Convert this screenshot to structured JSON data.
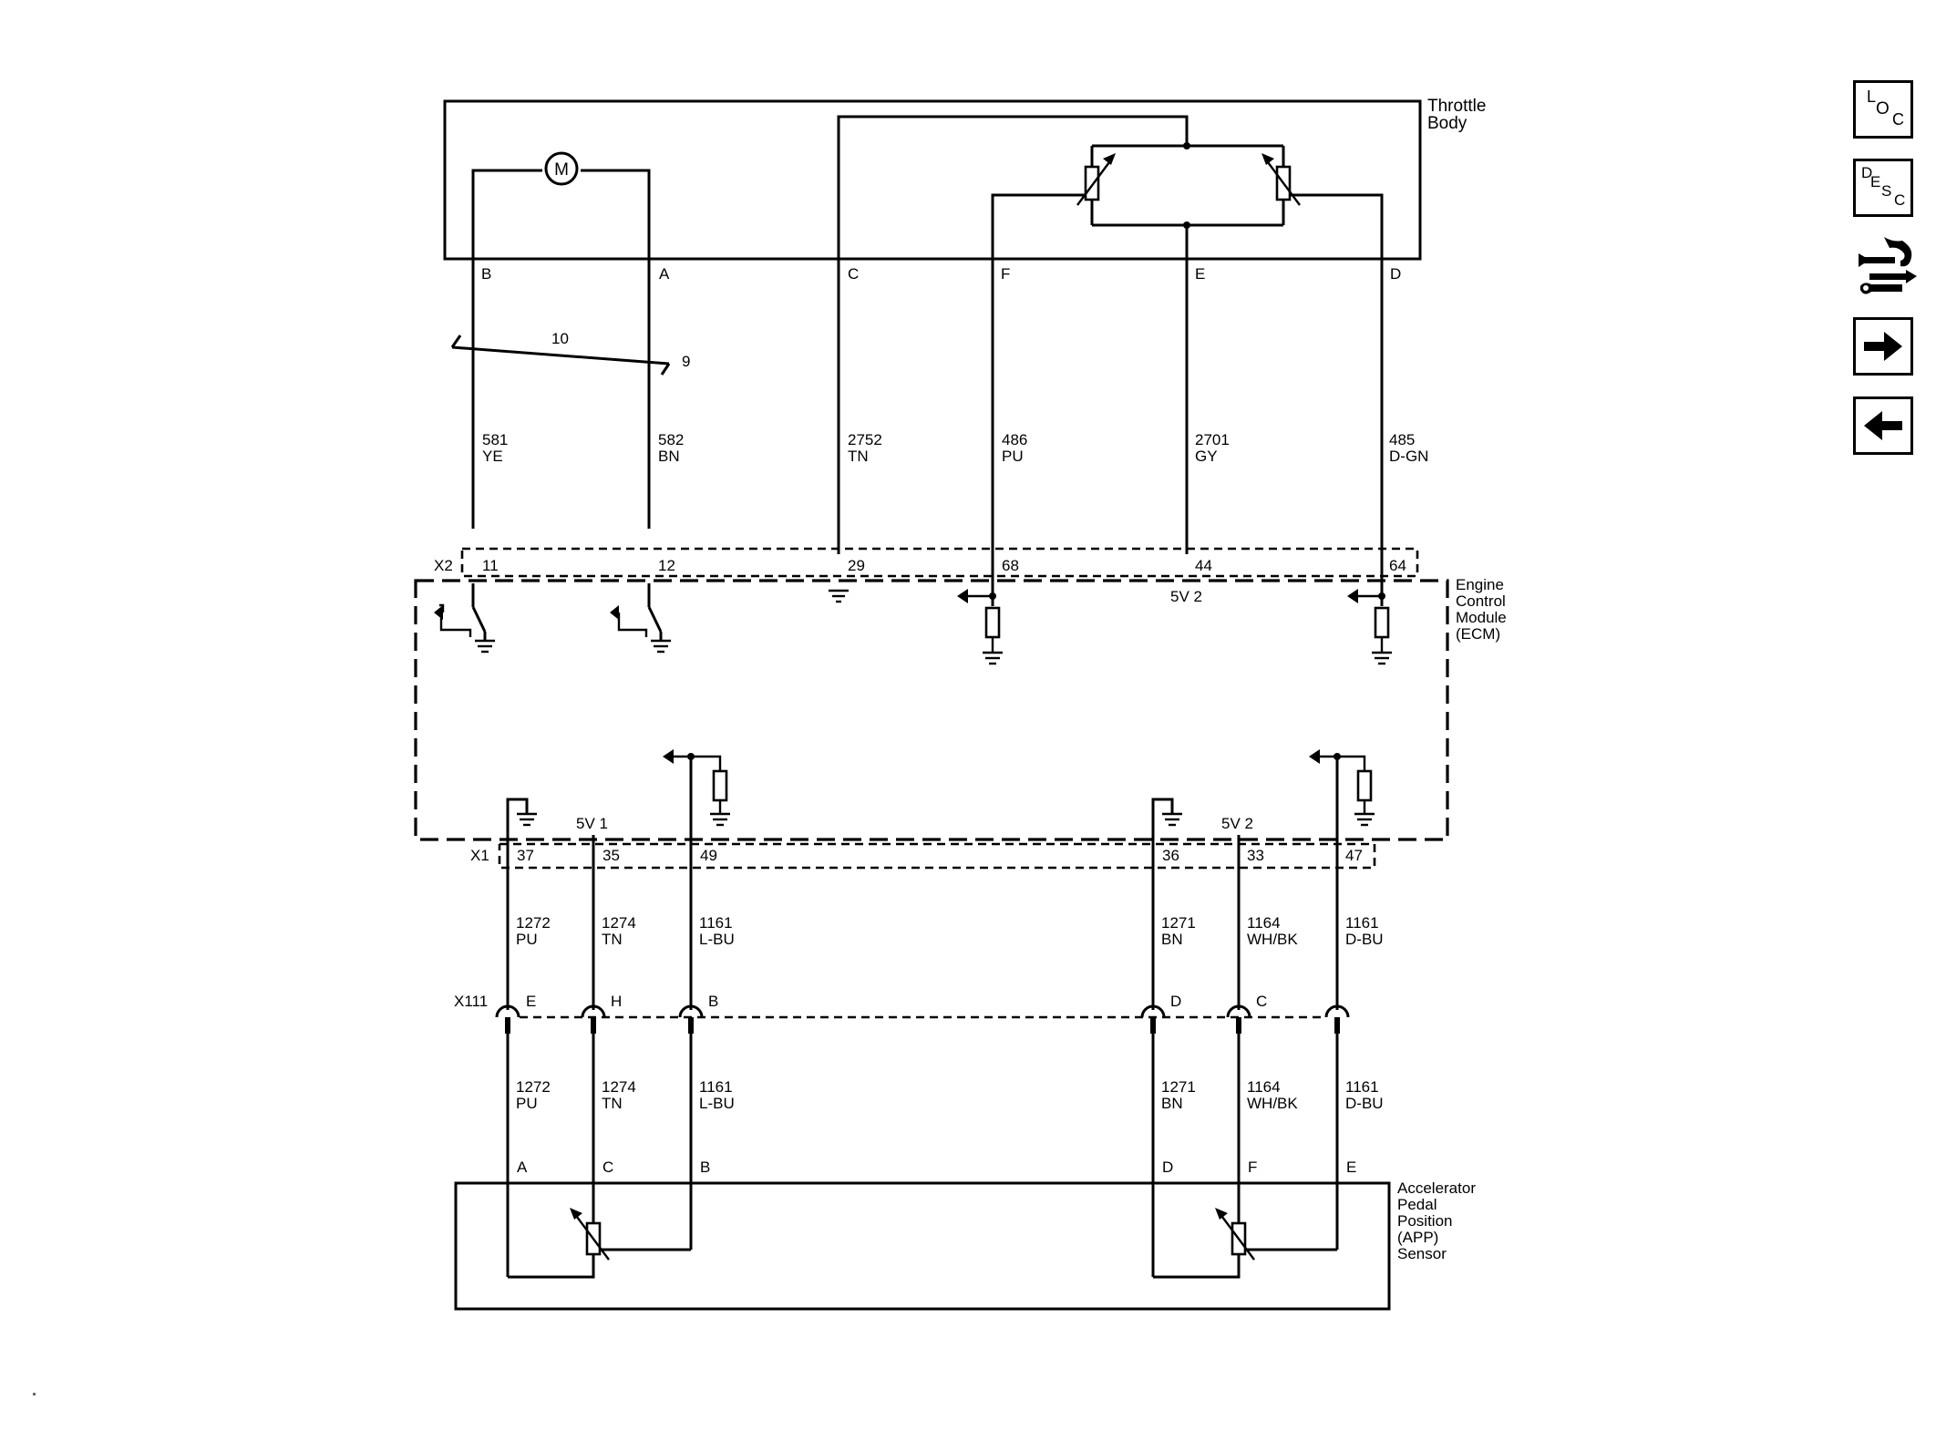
{
  "components": {
    "throttle_body": [
      "Throttle",
      "Body"
    ],
    "ecm": [
      "Engine",
      "Control",
      "Module",
      "(ECM)"
    ],
    "app_sensor": [
      "Accelerator",
      "Pedal",
      "Position",
      "(APP)",
      "Sensor"
    ],
    "motor": "M"
  },
  "throttle_pins": [
    "B",
    "A",
    "C",
    "F",
    "E",
    "D"
  ],
  "twisted_pair": {
    "left": "10",
    "right": "9"
  },
  "upper_wires": [
    {
      "circuit": "581",
      "color": "YE"
    },
    {
      "circuit": "582",
      "color": "BN"
    },
    {
      "circuit": "2752",
      "color": "TN"
    },
    {
      "circuit": "486",
      "color": "PU"
    },
    {
      "circuit": "2701",
      "color": "GY"
    },
    {
      "circuit": "485",
      "color": "D-GN"
    }
  ],
  "x2": {
    "label": "X2",
    "pins": [
      "11",
      "12",
      "29",
      "68",
      "44",
      "64"
    ],
    "ref": "5V 2"
  },
  "x1": {
    "label": "X1",
    "pins": [
      "37",
      "35",
      "49",
      "36",
      "33",
      "47"
    ],
    "refs": [
      "5V 1",
      "5V 2"
    ]
  },
  "mid_wires": [
    {
      "circuit": "1272",
      "color": "PU"
    },
    {
      "circuit": "1274",
      "color": "TN"
    },
    {
      "circuit": "1161",
      "color": "L-BU"
    },
    {
      "circuit": "1271",
      "color": "BN"
    },
    {
      "circuit": "1164",
      "color": "WH/BK"
    },
    {
      "circuit": "1161",
      "color": "D-BU"
    }
  ],
  "x111": {
    "label": "X111",
    "pins": [
      "E",
      "H",
      "B",
      "D",
      "C"
    ]
  },
  "lower_wires": [
    {
      "circuit": "1272",
      "color": "PU"
    },
    {
      "circuit": "1274",
      "color": "TN"
    },
    {
      "circuit": "1161",
      "color": "L-BU"
    },
    {
      "circuit": "1271",
      "color": "BN"
    },
    {
      "circuit": "1164",
      "color": "WH/BK"
    },
    {
      "circuit": "1161",
      "color": "D-BU"
    }
  ],
  "app_pins": [
    "A",
    "C",
    "B",
    "D",
    "F",
    "E"
  ],
  "nav": {
    "loc": {
      "l": "L",
      "o": "O",
      "c": "C"
    },
    "desc": {
      "d": "D",
      "e": "E",
      "s": "S",
      "c": "C"
    }
  }
}
